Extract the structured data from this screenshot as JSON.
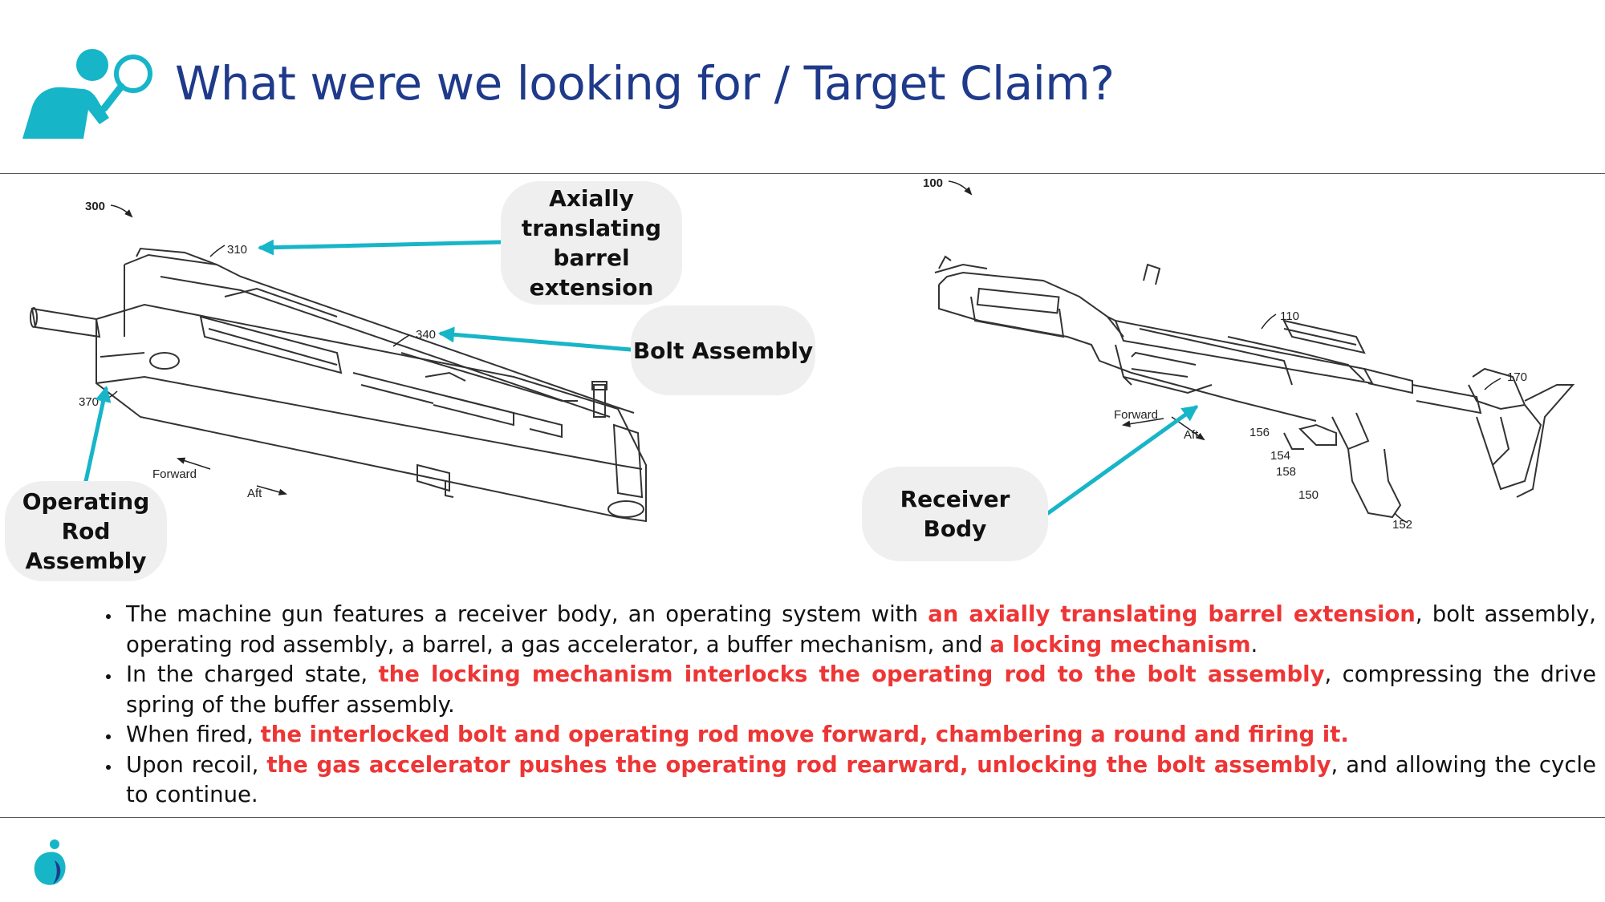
{
  "header": {
    "title": "What were we looking for / Target Claim?"
  },
  "icons": {
    "title_icon": "person-magnifier-icon",
    "footer_logo": "brand-logo-icon"
  },
  "colors": {
    "title": "#1f3a8a",
    "accent_teal": "#17b5c8",
    "highlight_red": "#ee3535",
    "callout_bg": "#efefef"
  },
  "figure_left": {
    "ref_main": "300",
    "refs": [
      "310",
      "340",
      "370"
    ],
    "direction_forward": "Forward",
    "direction_aft": "Aft"
  },
  "figure_right": {
    "ref_main": "100",
    "refs": [
      "110",
      "156",
      "154",
      "158",
      "150",
      "152",
      "170"
    ],
    "direction_forward": "Forward",
    "direction_aft": "Aft"
  },
  "callouts": {
    "barrel": [
      "Axially",
      "translating",
      "barrel",
      "extension"
    ],
    "bolt": [
      "Bolt Assembly"
    ],
    "operating_rod": [
      "Operating",
      "Rod",
      "Assembly"
    ],
    "receiver": [
      "Receiver",
      "Body"
    ]
  },
  "bullets": [
    {
      "parts": [
        {
          "text": "The machine gun features a receiver body, an operating system with ",
          "hl": false
        },
        {
          "text": "an axially translating barrel extension",
          "hl": true
        },
        {
          "text": ", bolt assembly, operating rod assembly, a barrel, a gas accelerator, a buffer mechanism, and ",
          "hl": false
        },
        {
          "text": "a locking mechanism",
          "hl": true
        },
        {
          "text": ".",
          "hl": false
        }
      ]
    },
    {
      "parts": [
        {
          "text": "In the charged state, ",
          "hl": false
        },
        {
          "text": "the locking mechanism interlocks the operating rod to the bolt assembly",
          "hl": true
        },
        {
          "text": ", compressing the drive spring of the buffer assembly.",
          "hl": false
        }
      ]
    },
    {
      "parts": [
        {
          "text": "When fired, ",
          "hl": false
        },
        {
          "text": "the interlocked bolt and operating rod move forward, chambering a round and firing it.",
          "hl": true
        }
      ]
    },
    {
      "parts": [
        {
          "text": "Upon recoil, ",
          "hl": false
        },
        {
          "text": "the gas accelerator pushes the operating rod rearward, unlocking the bolt assembly",
          "hl": true
        },
        {
          "text": ", and allowing the cycle to continue.",
          "hl": false
        }
      ]
    }
  ]
}
